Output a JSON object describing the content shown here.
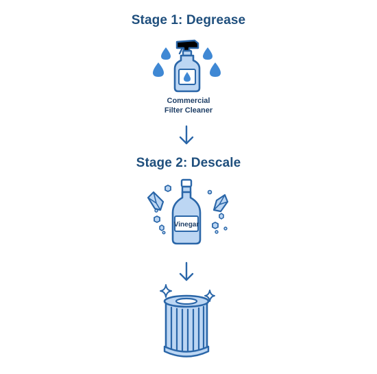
{
  "palette": {
    "title": "#1f4f7d",
    "outline": "#2a66a8",
    "fill": "#bcd6f3",
    "water": "#3f88d4",
    "caption": "#1f3f66"
  },
  "stage1": {
    "title": "Stage 1: Degrease",
    "icon": "spray-bottle-icon",
    "caption_line1": "Commercial",
    "caption_line2": "Filter Cleaner"
  },
  "stage2": {
    "title": "Stage 2: Descale",
    "icon": "vinegar-bottle-icon",
    "bottle_label": "Vinegar"
  },
  "result": {
    "icon": "clean-filter-cartridge-icon"
  }
}
